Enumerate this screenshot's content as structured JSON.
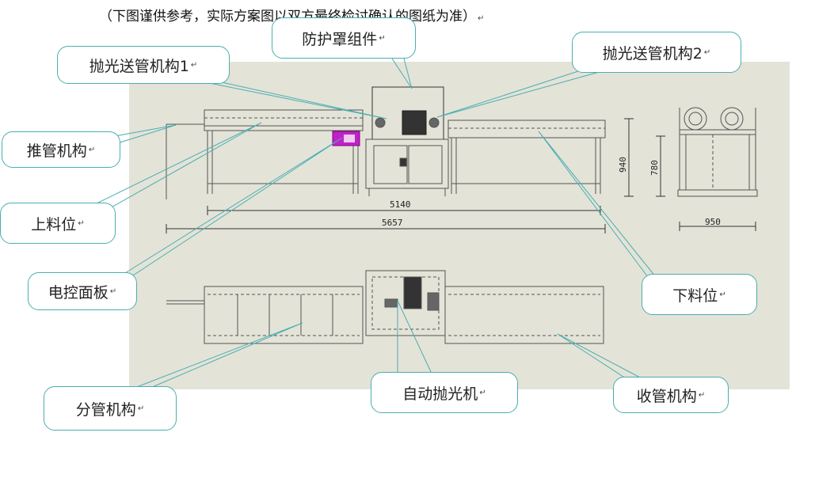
{
  "note": "（下图谨供参考，实际方案图以双方最终检讨确认的图纸为准）",
  "return_mark": "↵",
  "callouts": {
    "shield": "防护罩组件",
    "feed1": "抛光送管机构1",
    "feed2": "抛光送管机构2",
    "push": "推管机构",
    "load": "上料位",
    "panel": "电控面板",
    "unload": "下料位",
    "split": "分管机构",
    "polisher": "自动抛光机",
    "collect": "收管机构"
  },
  "dimensions": {
    "d5140": "5140",
    "d5657": "5657",
    "d940": "940",
    "d780": "780",
    "d950": "950"
  },
  "colors": {
    "canvas": "#e4e3d8",
    "callout_border": "#4aaeb0",
    "panel_magenta": "#c020c8"
  }
}
